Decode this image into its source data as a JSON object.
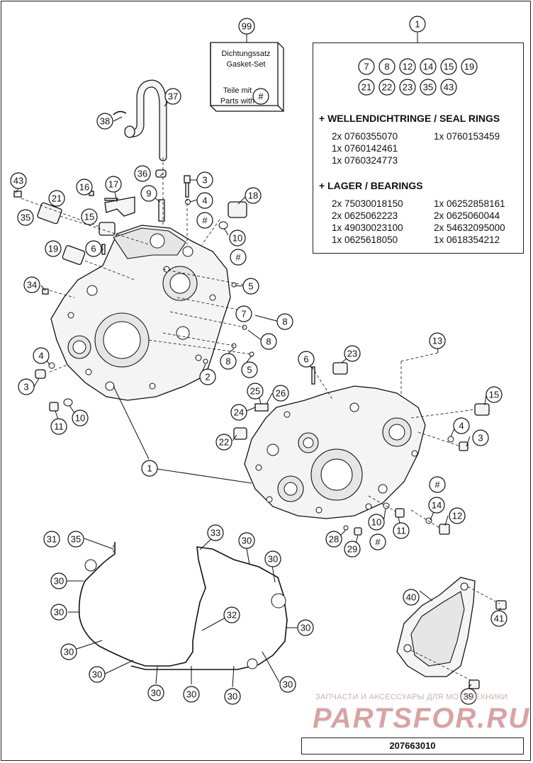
{
  "gasket_set": {
    "callout": "99",
    "line1": "Dichtungssatz",
    "line2": "Gasket-Set",
    "line3": "Teile mit",
    "line4": "Parts with",
    "symbol": "#"
  },
  "legend": {
    "callout": "1",
    "parts_row1": [
      "7",
      "8",
      "12",
      "14",
      "15",
      "19"
    ],
    "parts_row2": [
      "21",
      "22",
      "23",
      "35",
      "43"
    ],
    "seal_rings_heading": "+ WELLENDICHTRINGE / SEAL RINGS",
    "seal_rings": [
      "2x 0760355070",
      "1x 0760153459",
      "1x 0760142461",
      "1x 0760324773"
    ],
    "bearings_heading": "+ LAGER / BEARINGS",
    "bearings": [
      "2x 75030018150",
      "1x 06252858161",
      "2x 0625062223",
      "2x 0625060044",
      "1x 49030023100",
      "2x 54632095000",
      "1x 0625618050",
      "1x 0618354212"
    ]
  },
  "callouts": {
    "c37": "37",
    "c38": "38",
    "c36": "36",
    "c9": "9",
    "c3a": "3",
    "c4a": "4",
    "c18": "18",
    "h1": "#",
    "c10a": "10",
    "h2": "#",
    "c43": "43",
    "c16": "16",
    "c17": "17",
    "c21": "21",
    "c35a": "35",
    "c15a": "15",
    "c19": "19",
    "c6a": "6",
    "c34": "34",
    "c5a": "5",
    "c7": "7",
    "c8a": "8",
    "c8b": "8",
    "c8c": "8",
    "c5b": "5",
    "c2": "2",
    "c4b": "4",
    "c3b": "3",
    "c11a": "11",
    "c10b": "10",
    "c1": "1",
    "c13": "13",
    "c6b": "6",
    "c23": "23",
    "c15b": "15",
    "c25": "25",
    "c26": "26",
    "c24": "24",
    "c22": "22",
    "c4c": "4",
    "c3c": "3",
    "h3": "#",
    "c14": "14",
    "c12": "12",
    "c10c": "10",
    "c11b": "11",
    "c28": "28",
    "c29": "29",
    "h4": "#",
    "c31": "31",
    "c35b": "35",
    "c33": "33",
    "c30a": "30",
    "c30b": "30",
    "c30c": "30",
    "c30d": "30",
    "c30e": "30",
    "c30f": "30",
    "c30g": "30",
    "c30h": "30",
    "c30i": "30",
    "c30j": "30",
    "c30k": "30",
    "c32": "32",
    "c40": "40",
    "c41": "41",
    "c39": "39"
  },
  "watermark": {
    "line1": "ЗАПЧАСТИ И АКСЕССУАРЫ ДЛЯ МОТОТЕХНИКИ",
    "line2": "PARTSFOR.RU"
  },
  "document_number": "207663010"
}
